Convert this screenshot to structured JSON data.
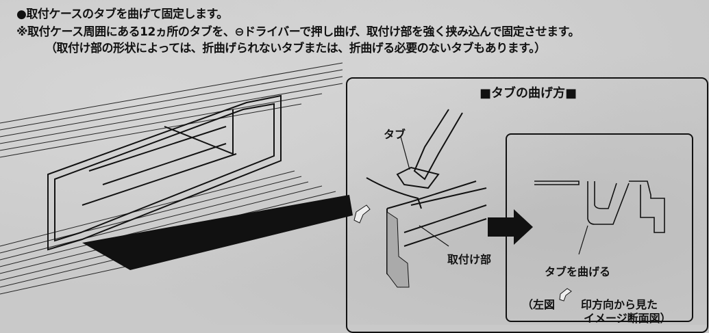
{
  "instructions": {
    "line1": "●取付ケースのタブを曲げて固定します。",
    "line2": "※取付ケース周囲にある12ヵ所のタブを、⊖ドライバーで押し曲げ、取付け部を強く挟み込んで固定させます。",
    "line3": "（取付け部の形状によっては、折曲げられないタブまたは、折曲げる必要のないタブもあります。）"
  },
  "panel": {
    "title": "■タブの曲げ方■",
    "label_tab": "タブ",
    "label_mount": "取付け部",
    "label_bend": "タブを曲げる",
    "caption_line1_a": "（左図",
    "caption_line1_b": "印方向から見た",
    "caption_line2": "イメージ断面図）"
  }
}
